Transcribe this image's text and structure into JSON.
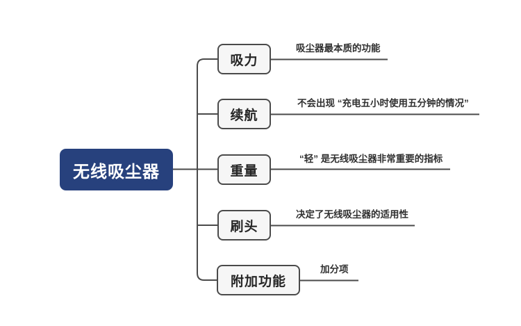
{
  "root": {
    "label": "无线吸尘器"
  },
  "branches": [
    {
      "label": "吸力",
      "note": "吸尘器最本质的功能"
    },
    {
      "label": "续航",
      "note": "不会出现 “充电五小时使用五分钟的情况”"
    },
    {
      "label": "重量",
      "note": "“轻” 是无线吸尘器非常重要的指标"
    },
    {
      "label": "刷头",
      "note": "决定了无线吸尘器的适用性"
    },
    {
      "label": "附加功能",
      "note": "加分项"
    }
  ],
  "colors": {
    "root_fill": "#27417d",
    "root_text": "#ffffff",
    "node_fill": "#f6f6f6",
    "node_border": "#4a4a4a",
    "connector": "#4a4a4a",
    "label_text": "#262626",
    "note_text": "#303030",
    "background": "#ffffff"
  }
}
